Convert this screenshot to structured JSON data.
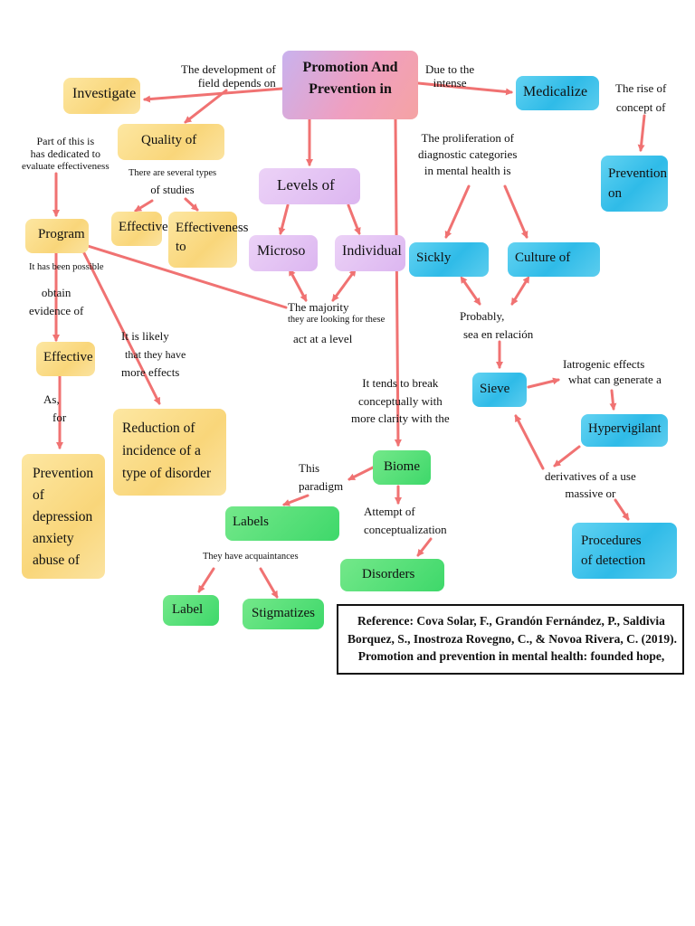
{
  "colors": {
    "arrow": "#f07272",
    "yellow": "#f9d67a",
    "purple": "#dcb6f0",
    "blue": "#2fbbe8",
    "green": "#3ed86a"
  },
  "central": {
    "line1": "Promotion And",
    "line2": "Prevention in"
  },
  "nodes": {
    "investigate": "Investigate",
    "quality": "Quality of",
    "effective_small": "Effective",
    "effectiveness": {
      "line1": "Effectiveness",
      "line2": "to"
    },
    "program": "Program",
    "effective": "Effective",
    "prevention_depression": {
      "line1": "Prevention",
      "line2": "of",
      "line3": "depression",
      "line4": "anxiety",
      "line5": "abuse of"
    },
    "reduction": {
      "line1": "Reduction of",
      "line2": "incidence of a",
      "line3": "type of disorder"
    },
    "levels": "Levels of",
    "microso": "Microso",
    "individual": "Individual",
    "medicalize": "Medicalize",
    "prevention_on": {
      "line1": "Prevention",
      "line2": "on"
    },
    "sickly": "Sickly",
    "culture": "Culture of",
    "sieve": "Sieve",
    "hypervigilant": "Hypervigilant",
    "procedures": {
      "line1": "Procedures",
      "line2": "of detection"
    },
    "biome": "Biome",
    "labels": "Labels",
    "disorders": "Disorders",
    "label": "Label",
    "stigmatizes": "Stigmatizes"
  },
  "links": {
    "development": {
      "line1": "The development of",
      "line2": "field depends on"
    },
    "part_of_this": {
      "line1": "Part of this is",
      "line2": "has dedicated to",
      "line3": "evaluate effectiveness"
    },
    "several_types": {
      "line1": "There are several types",
      "line2": "of studies"
    },
    "possible": "It has been possible",
    "obtain": {
      "line1": "obtain",
      "line2": "evidence of"
    },
    "as_for": {
      "line1": "As,",
      "line2": "for"
    },
    "likely": {
      "line1": "It is likely",
      "line2": "that they have",
      "line3": "more effects"
    },
    "majority": {
      "line1": "The majority",
      "line2": "they are looking for these",
      "line3": "act at a level"
    },
    "due_to": {
      "line1": "Due to the",
      "line2": "intense"
    },
    "rise": {
      "line1": "The rise of",
      "line2": "concept of"
    },
    "proliferation": {
      "line1": "The proliferation of",
      "line2": "diagnostic categories",
      "line3": "in mental health is"
    },
    "probably": {
      "line1": "Probably,",
      "line2": "sea en relación"
    },
    "iatrogenic": {
      "line1": "Iatrogenic effects",
      "line2": "what can generate a"
    },
    "derivatives": {
      "line1": "derivatives of a use",
      "line2": "massive or"
    },
    "tends": {
      "line1": "It tends to break",
      "line2": "conceptually with",
      "line3": "more clarity with the"
    },
    "paradigm": {
      "line1": "This",
      "line2": "paradigm"
    },
    "attempt": {
      "line1": "Attempt of",
      "line2": "conceptualization"
    },
    "acquaintances": "They have acquaintances"
  },
  "reference": {
    "line1": "Reference: Cova Solar, F., Grandón Fernández, P., Saldivia",
    "line2": "Borquez, S., Inostroza Rovegno, C., & Novoa Rivera, C. (2019).",
    "line3": "Promotion and prevention in mental health: founded hope,"
  }
}
